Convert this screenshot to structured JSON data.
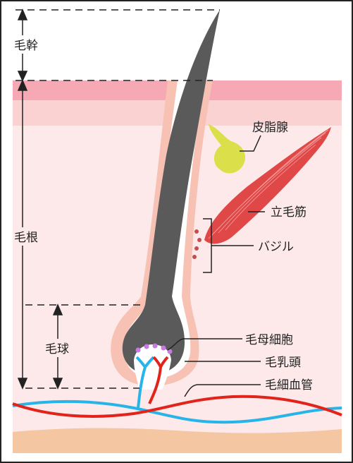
{
  "labels": {
    "hair_shaft": "毛幹",
    "hair_root": "毛根",
    "hair_bulb": "毛球",
    "sebaceous_gland": "皮脂腺",
    "arrector_pili": "立毛筋",
    "bulge": "バジル",
    "matrix_cells": "毛母細胞",
    "dermal_papilla": "毛乳頭",
    "capillaries": "毛細血管"
  },
  "colors": {
    "hair": "#5a5a5a",
    "epidermis": "#f6a9b4",
    "dermis": "#fde9e9",
    "follicle_sheath": "#f7c1b4",
    "subcutis": "#f4c7a2",
    "gland": "#dbe04a",
    "muscle": "#e04848",
    "matrix_dots": "#c77be0",
    "artery": "#e2231a",
    "vein": "#27b4e8"
  }
}
